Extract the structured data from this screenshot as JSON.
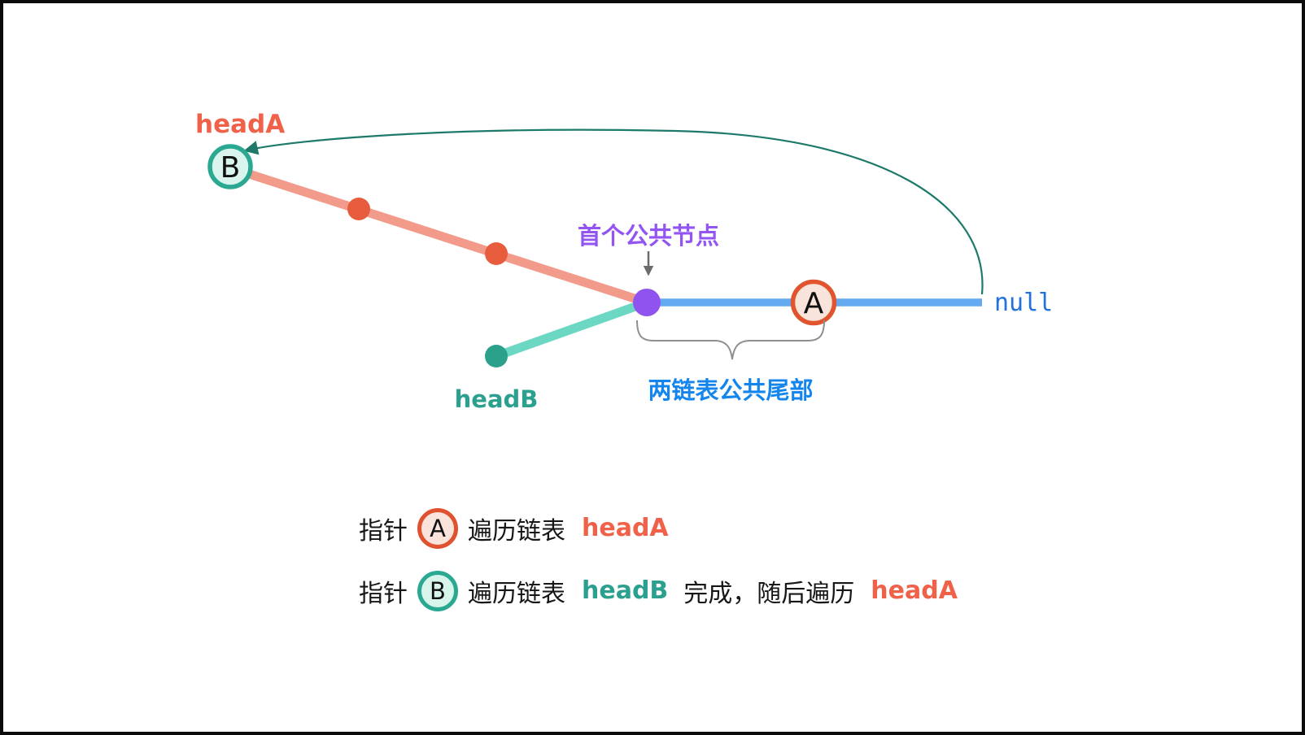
{
  "diagram": {
    "head_a_label": "headA",
    "head_b_label": "headB",
    "node_a_letter": "A",
    "node_b_letter": "B",
    "null_label": "null",
    "first_common_node_label": "首个公共节点",
    "common_tail_label": "两链表公共尾部"
  },
  "legend": {
    "rows": [
      {
        "prefix": "指针",
        "badge": "A",
        "action": "遍历链表",
        "list": "headA"
      },
      {
        "prefix": "指针",
        "badge": "B",
        "action": "遍历链表",
        "list": "headB",
        "suffix": "完成，随后遍历",
        "then_list": "headA"
      }
    ]
  },
  "colors": {
    "list_a_line": "#F29B8A",
    "list_a_node": "#E65C3C",
    "list_b_line": "#6CD8C4",
    "list_b_node": "#2BA18C",
    "common_line": "#64AAF0",
    "common_node": "#9153F0",
    "curve_arrow": "#1D7A6A",
    "node_a_fill": "#F9E4DB",
    "node_a_stroke": "#E0552F",
    "node_b_fill": "#D9F4ED",
    "node_b_stroke": "#2BA892",
    "orange_text": "#EF6149",
    "teal_text": "#2BA08F",
    "purple_text": "#9355F2",
    "blue_text": "#1485EC",
    "null_text": "#2272DE",
    "brace": "#8F8F8F",
    "pointer_arrow": "#6B6B6B"
  }
}
